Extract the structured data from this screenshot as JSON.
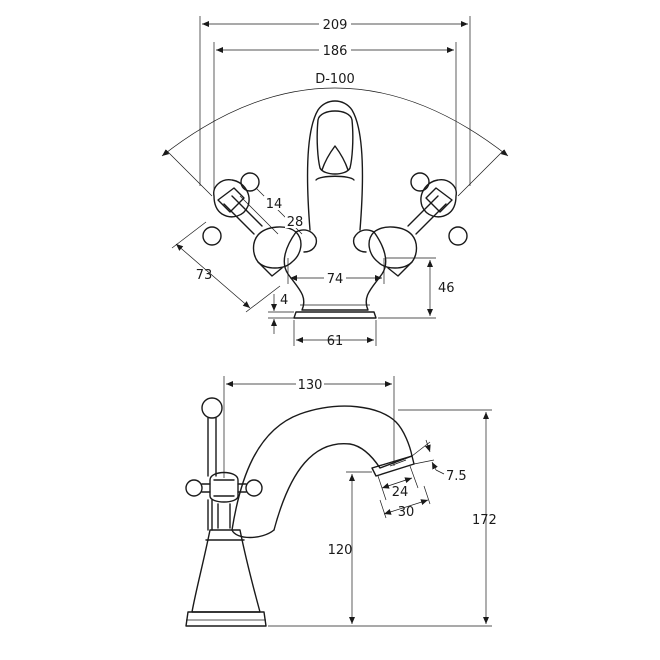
{
  "diagram": {
    "top_view": {
      "width_overall": "209",
      "width_handles": "186",
      "arc_diameter": "D-100",
      "handle_offset_a": "14",
      "handle_offset_b": "28",
      "handle_length": "73",
      "base_inner_width": "74",
      "body_height": "46",
      "plinth_height": "4",
      "plinth_width": "61"
    },
    "side_view": {
      "spout_reach": "130",
      "outlet_depth": "7.5",
      "outlet_inner": "24",
      "outlet_outer": "30",
      "spout_height": "120",
      "overall_height": "172"
    }
  }
}
